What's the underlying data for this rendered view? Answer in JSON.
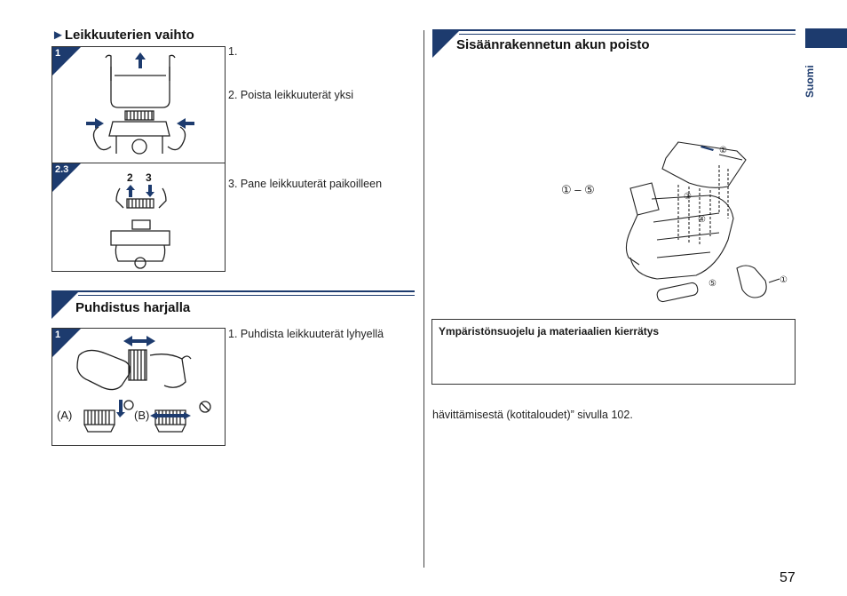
{
  "left": {
    "section1": {
      "marker": "►",
      "title": "Leikkuuterien vaihto",
      "fig1_num": "1",
      "fig2_num": "2.3",
      "fig2_label_2": "2",
      "fig2_label_3": "3",
      "steps": [
        "1.",
        "2. Poista leikkuuterät yksi",
        "3. Pane leikkuuterät paikoilleen"
      ]
    },
    "section2": {
      "title": "Puhdistus harjalla",
      "fig_num": "1",
      "label_a": "(A)",
      "label_b": "(B)",
      "steps": [
        "1. Puhdista leikkuuterät lyhyellä"
      ]
    }
  },
  "right": {
    "section3": {
      "title": "Sisäänrakennetun akun poisto",
      "range_label": "① – ⑤",
      "callouts": [
        "①",
        "②",
        "③",
        "④",
        "⑤"
      ]
    },
    "eco_box_title": "Ympäristönsuojelu ja materiaalien kierrätys",
    "trailing_text": "hävittämisestä (kotitaloudet)” sivulla 102."
  },
  "side_tab": {
    "language": "Suomi"
  },
  "page_number": "57",
  "colors": {
    "accent": "#1d3b6e"
  }
}
